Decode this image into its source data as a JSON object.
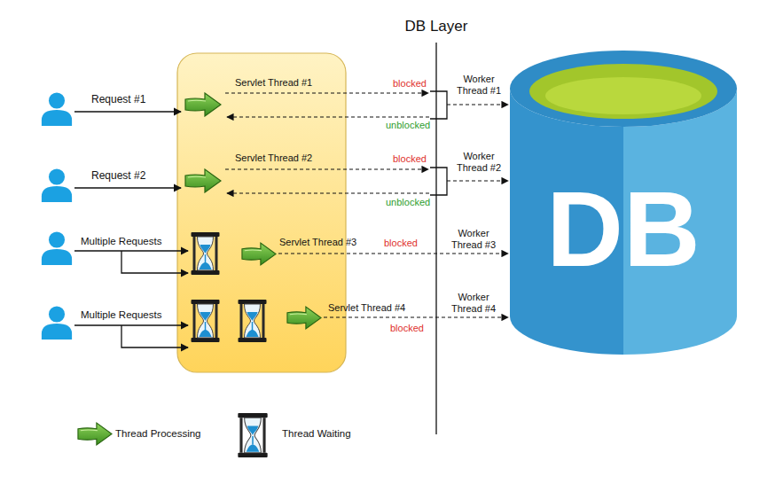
{
  "diagram": {
    "nodes": [
      {
        "text": [
          "DB"
        ]
      }
    ],
    "labels": [
      "DB Layer",
      "Request #1",
      "Servlet Thread #1",
      "blocked",
      "Worker Thread #1",
      "unblocked",
      "Request #2",
      "Servlet Thread #2",
      "blocked",
      "Worker Thread #2",
      "unblocked",
      "Multiple Requests",
      "Servlet Thread #3",
      "blocked",
      "Worker Thread #3",
      "Multiple Requests",
      "Servlet Thread #4",
      "blocked",
      "Worker Thread #4"
    ],
    "legend": [
      {
        "text": "Thread Processing"
      },
      {
        "text": "Thread Waiting"
      }
    ]
  }
}
